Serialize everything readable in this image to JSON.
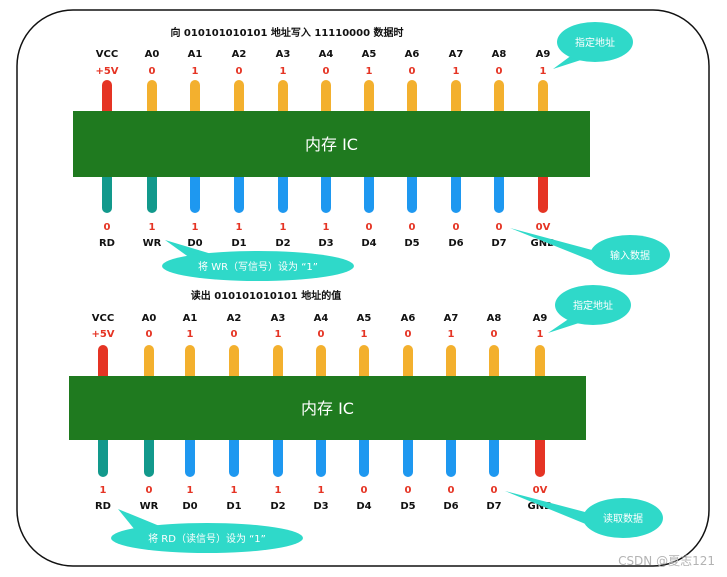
{
  "colors": {
    "chip": "#1f7a1f",
    "pin_power": "#e53424",
    "pin_ground": "#e53424",
    "pin_address": "#f3b02e",
    "pin_control": "#12998c",
    "pin_data": "#1e98f0",
    "callout": "#2fd9c9",
    "value_text": "#e53424"
  },
  "watermark": "CSDN @夏志121",
  "sections": [
    {
      "title": "向 010101010101 地址写入 11110000 数据时",
      "chip_label": "内存 IC",
      "top_pins": [
        {
          "name": "VCC",
          "value": "+5V",
          "kind": "power"
        },
        {
          "name": "A0",
          "value": "0",
          "kind": "address"
        },
        {
          "name": "A1",
          "value": "1",
          "kind": "address"
        },
        {
          "name": "A2",
          "value": "0",
          "kind": "address"
        },
        {
          "name": "A3",
          "value": "1",
          "kind": "address"
        },
        {
          "name": "A4",
          "value": "0",
          "kind": "address"
        },
        {
          "name": "A5",
          "value": "1",
          "kind": "address"
        },
        {
          "name": "A6",
          "value": "0",
          "kind": "address"
        },
        {
          "name": "A7",
          "value": "1",
          "kind": "address"
        },
        {
          "name": "A8",
          "value": "0",
          "kind": "address"
        },
        {
          "name": "A9",
          "value": "1",
          "kind": "address"
        }
      ],
      "bottom_pins": [
        {
          "name": "RD",
          "value": "0",
          "kind": "control"
        },
        {
          "name": "WR",
          "value": "1",
          "kind": "control"
        },
        {
          "name": "D0",
          "value": "1",
          "kind": "data"
        },
        {
          "name": "D1",
          "value": "1",
          "kind": "data"
        },
        {
          "name": "D2",
          "value": "1",
          "kind": "data"
        },
        {
          "name": "D3",
          "value": "1",
          "kind": "data"
        },
        {
          "name": "D4",
          "value": "0",
          "kind": "data"
        },
        {
          "name": "D5",
          "value": "0",
          "kind": "data"
        },
        {
          "name": "D6",
          "value": "0",
          "kind": "data"
        },
        {
          "name": "D7",
          "value": "0",
          "kind": "data"
        },
        {
          "name": "GND",
          "value": "0V",
          "kind": "ground"
        }
      ],
      "callouts": {
        "address": "指定地址",
        "control": "将 WR（写信号）设为 “1”",
        "data": "输入数据"
      }
    },
    {
      "title": "读出 010101010101 地址的值",
      "chip_label": "内存 IC",
      "top_pins": [
        {
          "name": "VCC",
          "value": "+5V",
          "kind": "power"
        },
        {
          "name": "A0",
          "value": "0",
          "kind": "address"
        },
        {
          "name": "A1",
          "value": "1",
          "kind": "address"
        },
        {
          "name": "A2",
          "value": "0",
          "kind": "address"
        },
        {
          "name": "A3",
          "value": "1",
          "kind": "address"
        },
        {
          "name": "A4",
          "value": "0",
          "kind": "address"
        },
        {
          "name": "A5",
          "value": "1",
          "kind": "address"
        },
        {
          "name": "A6",
          "value": "0",
          "kind": "address"
        },
        {
          "name": "A7",
          "value": "1",
          "kind": "address"
        },
        {
          "name": "A8",
          "value": "0",
          "kind": "address"
        },
        {
          "name": "A9",
          "value": "1",
          "kind": "address"
        }
      ],
      "bottom_pins": [
        {
          "name": "RD",
          "value": "1",
          "kind": "control"
        },
        {
          "name": "WR",
          "value": "0",
          "kind": "control"
        },
        {
          "name": "D0",
          "value": "1",
          "kind": "data"
        },
        {
          "name": "D1",
          "value": "1",
          "kind": "data"
        },
        {
          "name": "D2",
          "value": "1",
          "kind": "data"
        },
        {
          "name": "D3",
          "value": "1",
          "kind": "data"
        },
        {
          "name": "D4",
          "value": "0",
          "kind": "data"
        },
        {
          "name": "D5",
          "value": "0",
          "kind": "data"
        },
        {
          "name": "D6",
          "value": "0",
          "kind": "data"
        },
        {
          "name": "D7",
          "value": "0",
          "kind": "data"
        },
        {
          "name": "GND",
          "value": "0V",
          "kind": "ground"
        }
      ],
      "callouts": {
        "address": "指定地址",
        "control": "将 RD（读信号）设为 “1”",
        "data": "读取数据"
      }
    }
  ]
}
